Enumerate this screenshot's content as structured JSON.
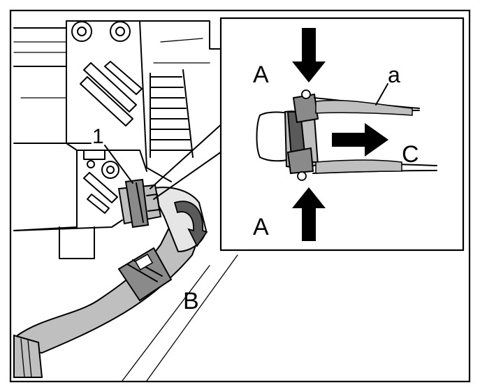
{
  "labels": {
    "part_1": "1",
    "arrow_a_top": "A",
    "arrow_a_bottom": "A",
    "arrow_b": "B",
    "arrow_c": "C",
    "part_a": "a"
  },
  "colors": {
    "stroke": "#000000",
    "fill_gray": "#bfbfbf",
    "fill_dark": "#5a5a5a",
    "fill_light": "#e6e6e6",
    "background": "#ffffff"
  }
}
